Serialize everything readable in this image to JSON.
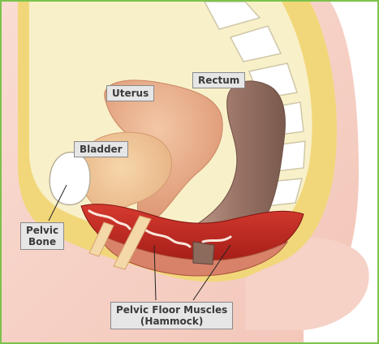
{
  "labels": {
    "uterus": "Uterus",
    "rectum": "Rectum",
    "bladder": "Bladder",
    "pelvic_bone_line1": "Pelvic",
    "pelvic_bone_line2": "Bone",
    "pelvic_floor_line1": "Pelvic Floor Muscles",
    "pelvic_floor_line2": "(Hammock)"
  },
  "colors": {
    "frame_border": "#7cc24b",
    "skin": "#f6cfc4",
    "abdomen_cavity": "#f8f0c9",
    "bone_band": "#f2d77a",
    "uterus": "#e7a47f",
    "bladder": "#eebf8e",
    "rectum": "#9a7466",
    "muscle": "#c0221c",
    "pelvic_bone": "#ffffff",
    "label_bg": "#e6e6e6"
  }
}
